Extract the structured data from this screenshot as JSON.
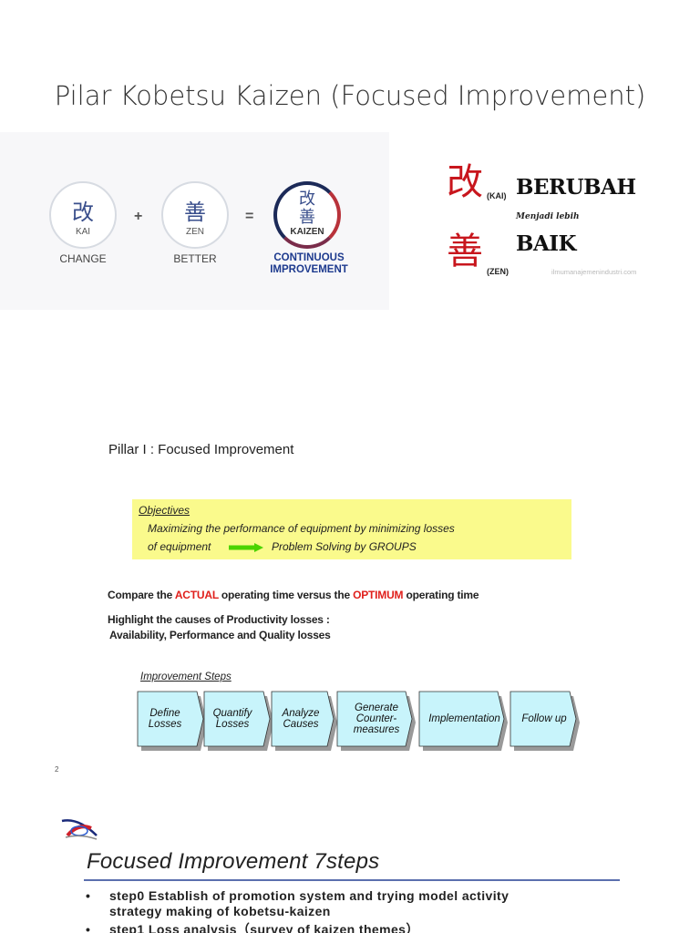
{
  "title": "Pilar Kobetsu Kaizen (Focused Improvement)",
  "kaizen_equation": {
    "kai": {
      "kanji": "改",
      "tag": "KAI",
      "label": "CHANGE"
    },
    "zen": {
      "kanji": "善",
      "tag": "ZEN",
      "label": "BETTER"
    },
    "result": {
      "kanji_top": "改",
      "kanji_bottom": "善",
      "tag": "KAIZEN",
      "label_line1": "CONTINUOUS",
      "label_line2": "IMPROVEMENT"
    },
    "plus": "+",
    "equals": "="
  },
  "berubah_graphic": {
    "kai_kanji": "改",
    "kai_tag": "(KAI)",
    "kai_word": "BERUBAH",
    "middle_text": "Menjadi lebih",
    "zen_kanji": "善",
    "zen_tag": "(ZEN)",
    "zen_word": "BAIK",
    "watermark": "ilmumanajemenindustri.com"
  },
  "slide2": {
    "heading": "Pillar I : Focused Improvement",
    "objectives_title": "Objectives",
    "objectives_line1": "Maximizing the performance of equipment by minimizing losses",
    "objectives_line2a": "of equipment",
    "objectives_line2b": "Problem Solving by GROUPS",
    "compare_pre": "Compare the ",
    "compare_actual": "ACTUAL",
    "compare_mid": " operating time versus the ",
    "compare_optimum": "OPTIMUM",
    "compare_post": " operating time",
    "highlight_line1": "Highlight the causes of Productivity losses :",
    "highlight_line2": "Availability, Performance and Quality losses",
    "steps_title": "Improvement Steps",
    "steps": [
      "Define Losses",
      "Quantify Losses",
      "Analyze Causes",
      "Generate Counter-measures",
      "Implementation",
      "Follow up"
    ],
    "page_number": "2"
  },
  "slide3": {
    "title": "Focused Improvement 7steps",
    "bullet": "•",
    "step0_line1": "step0   Establish of promotion system and trying model activity",
    "step0_line2": "strategy making of kobetsu-kaizen",
    "step1_line1": "step1   Loss analysis（survey of kaizen themes）"
  },
  "colors": {
    "highlight_red": "#e0201c",
    "objectives_bg": "#fafa8c",
    "step_fill": "#c8f4fb",
    "arrow_green": "#4cd400",
    "kanji_red": "#c8161d",
    "result_blue": "#1d3a8e"
  }
}
